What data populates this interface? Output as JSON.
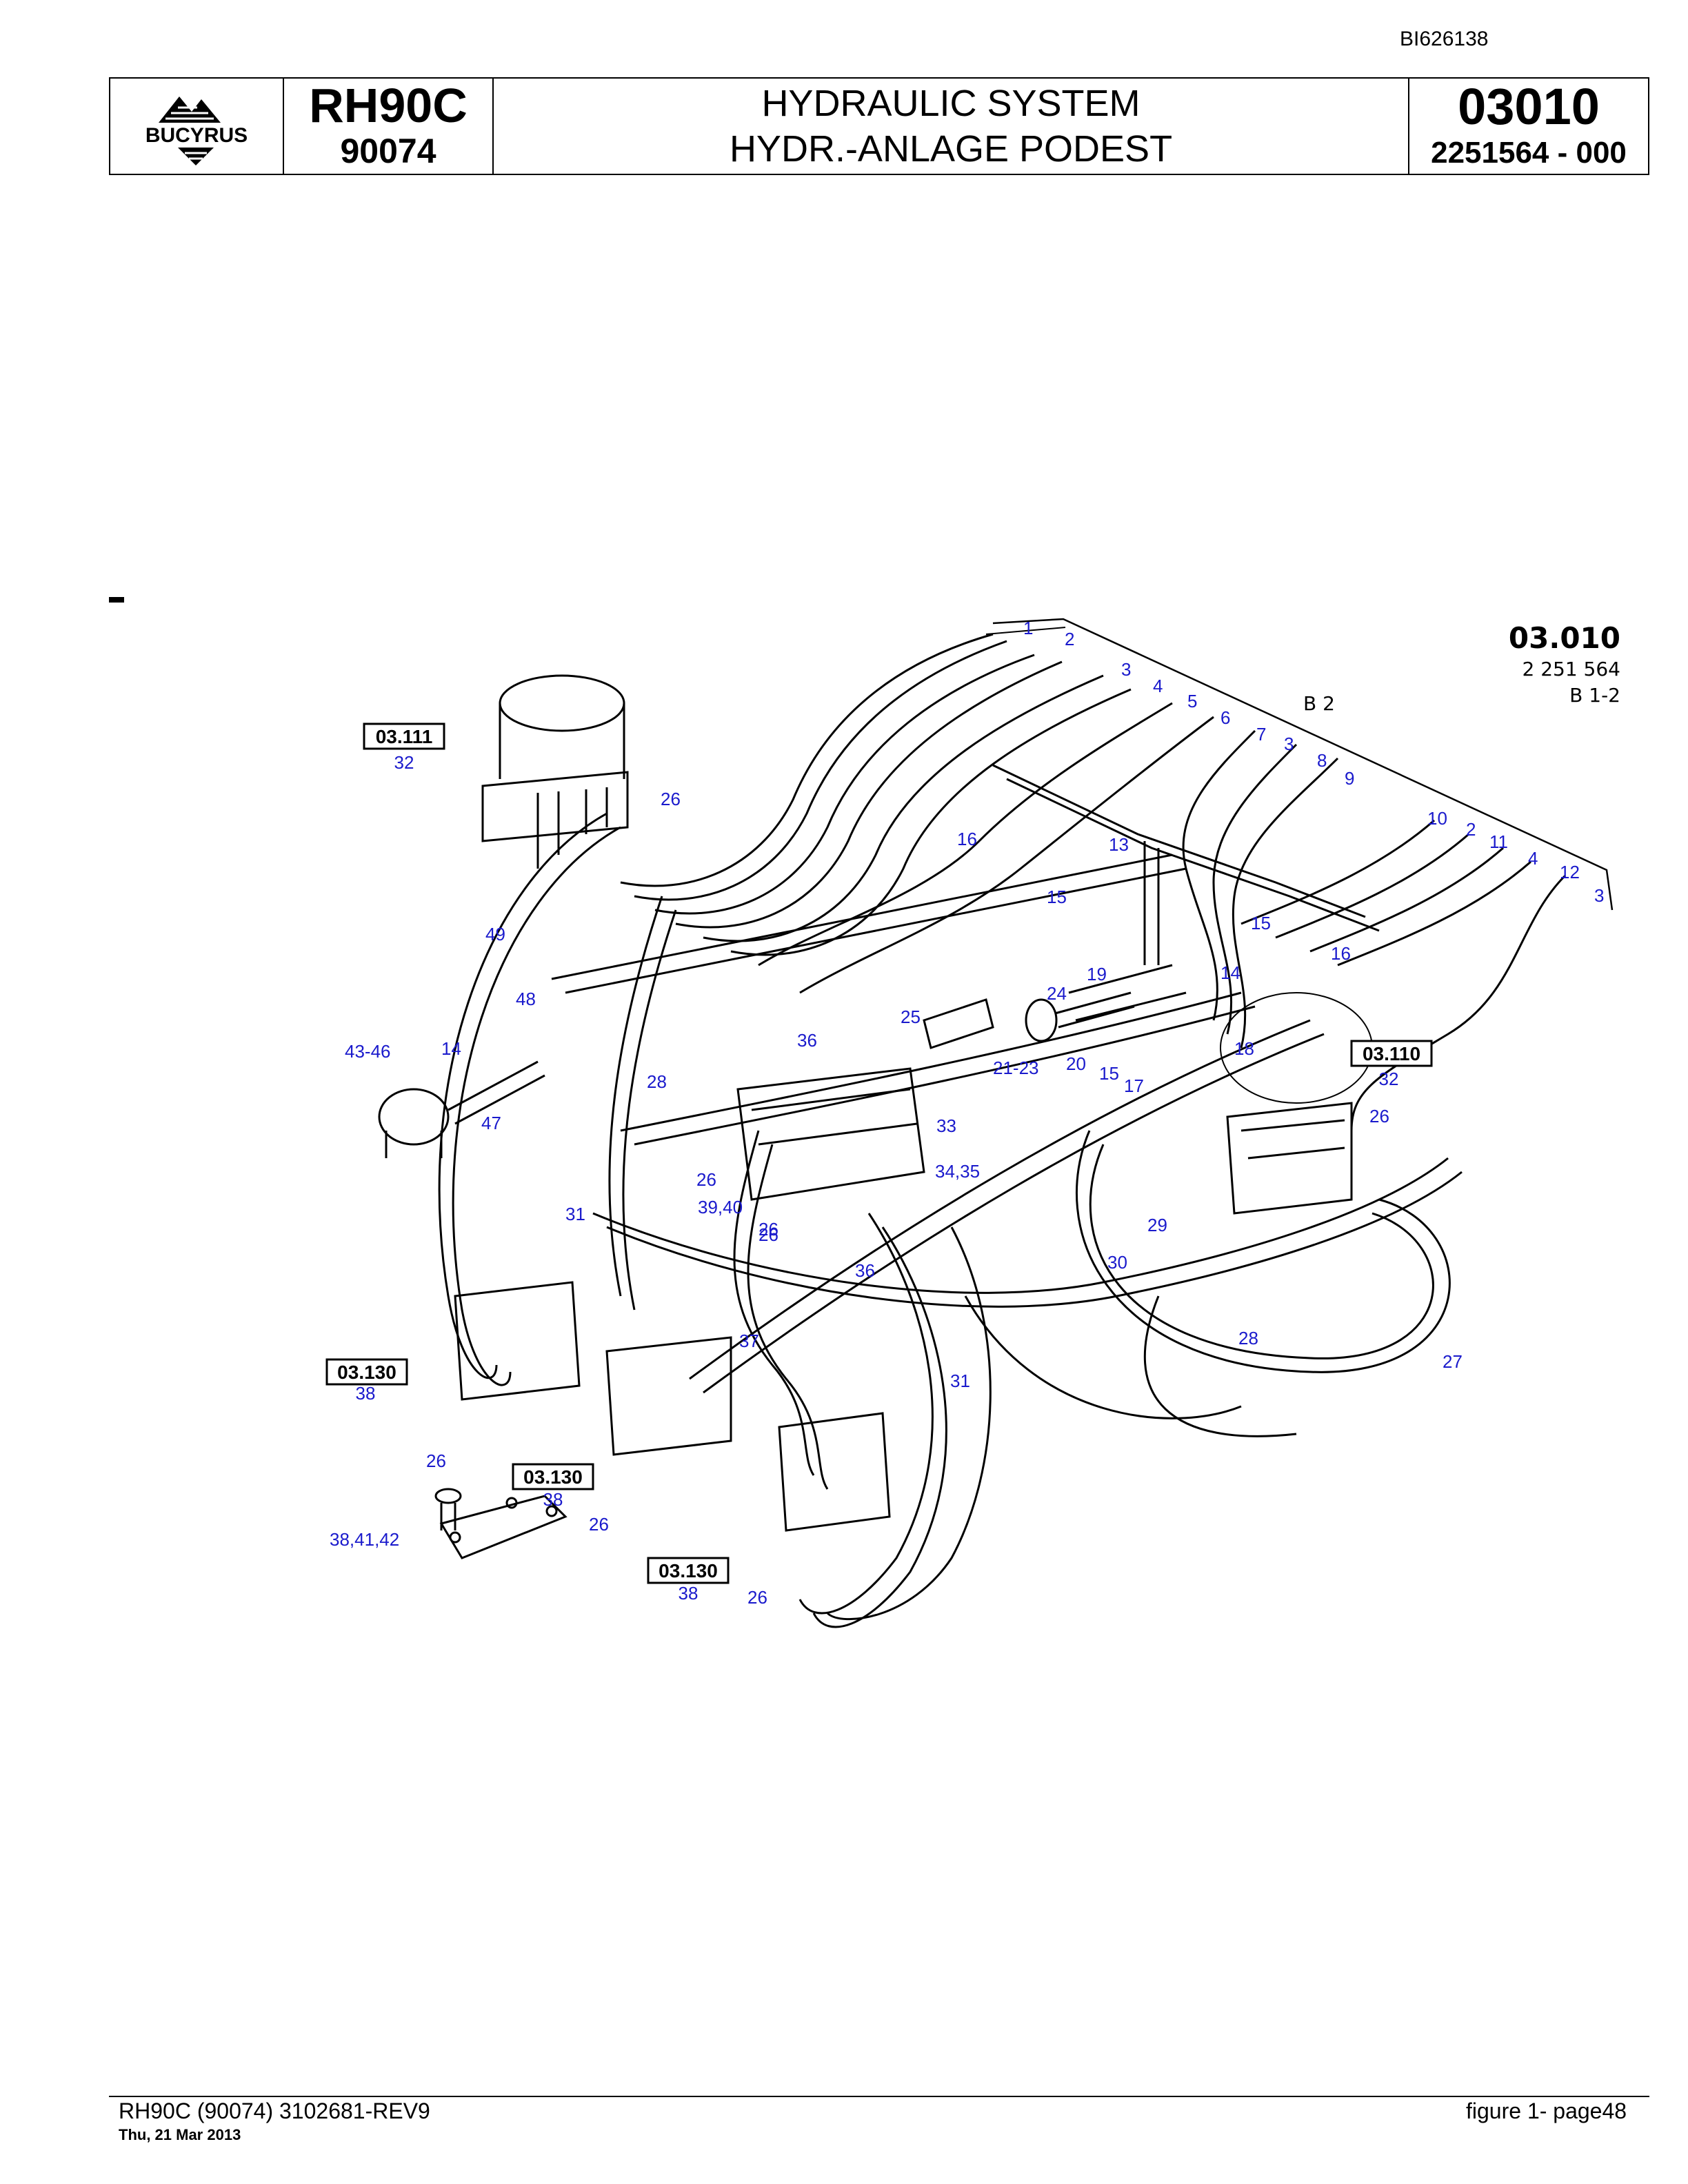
{
  "header": {
    "doc_id": "BI626138",
    "brand": "BUCYRUS",
    "model": "RH90C",
    "model_number": "90074",
    "title_line1": "HYDRAULIC SYSTEM",
    "title_line2": "HYDR.-ANLAGE  PODEST",
    "group_number": "03010",
    "part_number": "2251564  - 000"
  },
  "diagram": {
    "corner_group": "03.010",
    "corner_part": "2 251 564",
    "corner_sheet": "B 1-2",
    "section_label": "B 2",
    "ref_boxes": [
      {
        "ref": "03.111",
        "item": "32"
      },
      {
        "ref": "03.110",
        "item": "32"
      },
      {
        "ref": "03.130",
        "item": "38"
      },
      {
        "ref": "03.130",
        "item": "38"
      },
      {
        "ref": "03.130",
        "item": "38"
      }
    ],
    "callouts": [
      "1",
      "2",
      "3",
      "4",
      "5",
      "6",
      "7",
      "3",
      "8",
      "9",
      "10",
      "2",
      "11",
      "4",
      "12",
      "3",
      "26",
      "16",
      "13",
      "15",
      "15",
      "16",
      "14",
      "19",
      "24",
      "25",
      "18",
      "49",
      "48",
      "36",
      "21-23",
      "20",
      "15",
      "17",
      "43-46",
      "14",
      "47",
      "28",
      "33",
      "26",
      "26",
      "34,35",
      "39,40",
      "26",
      "31",
      "29",
      "30",
      "36",
      "37",
      "28",
      "27",
      "31",
      "26",
      "26",
      "26",
      "26",
      "38,41,42"
    ]
  },
  "footer": {
    "left": "RH90C (90074) 3102681-REV9",
    "date": "Thu, 21 Mar 2013",
    "right": "figure  1- page48"
  },
  "colors": {
    "callout": "#1a1acc",
    "line": "#000000"
  }
}
